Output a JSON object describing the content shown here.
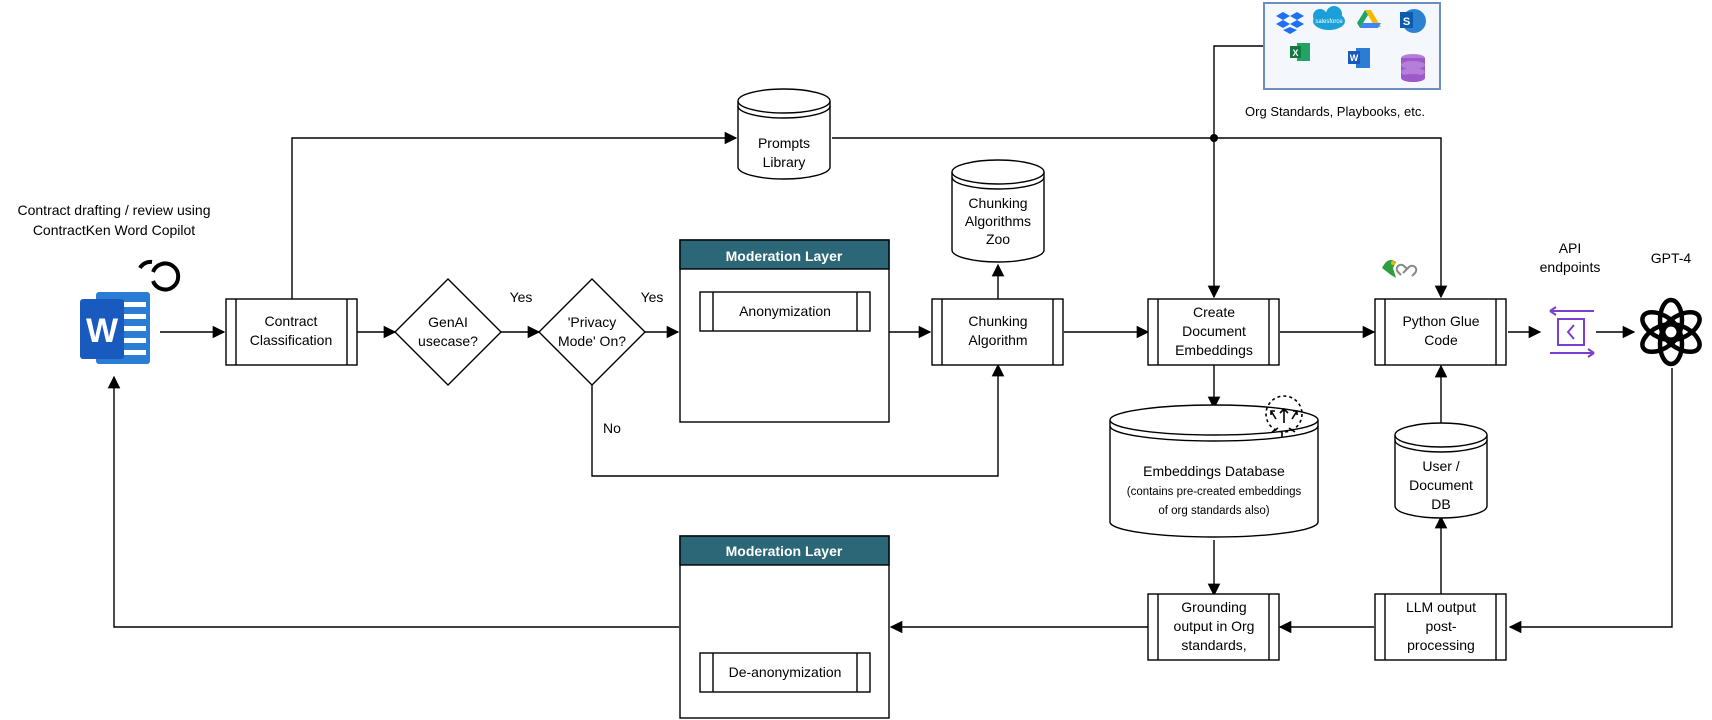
{
  "colors": {
    "line": "#000000",
    "moderation_header": "#2b6777",
    "moderation_header_text": "#ffffff",
    "sources_border": "#6c8ebf",
    "sources_fill": "#f4f8fc",
    "api_icon": "#7b3fd0",
    "word_blue": "#1f5fbf"
  },
  "source_caption": "Org Standards, Playbooks, etc.",
  "copilot_caption": {
    "line1": "Contract drafting / review using",
    "line2": "ContractKen Word Copilot"
  },
  "icons": {
    "word": "word-icon",
    "contractken": "contractken-logo",
    "sources": [
      "dropbox-icon",
      "salesforce-icon",
      "google-drive-icon",
      "sharepoint-icon",
      "excel-icon",
      "word-icon",
      "database-icon"
    ],
    "langchain": "parrot-link-icon",
    "api": "api-gateway-icon",
    "gpt": "openai-logo",
    "embedding": "vector-cluster-icon"
  },
  "salesforce_label": "salesforce",
  "nodes": {
    "prompts_library": {
      "line1": "Prompts",
      "line2": "Library"
    },
    "chunking_zoo": {
      "line1": "Chunking",
      "line2": "Algorithms",
      "line3": "Zoo"
    },
    "contract_classification": {
      "line1": "Contract",
      "line2": "Classification"
    },
    "genai_usecase": {
      "line1": "GenAI",
      "line2": "usecase?"
    },
    "privacy_mode": {
      "line1": "'Privacy",
      "line2": "Mode' On?"
    },
    "moderation_top": {
      "title": "Moderation Layer",
      "inner": "Anonymization"
    },
    "chunking_algorithm": {
      "line1": "Chunking",
      "line2": "Algorithm"
    },
    "create_embeddings": {
      "line1": "Create",
      "line2": "Document",
      "line3": "Embeddings"
    },
    "python_glue": {
      "line1": "Python Glue",
      "line2": "Code"
    },
    "api_endpoints": {
      "line1": "API",
      "line2": "endpoints"
    },
    "gpt4": {
      "label": "GPT-4"
    },
    "embeddings_db": {
      "title": "Embeddings Database",
      "line2": "(contains pre-created embeddings",
      "line3": "of org standards also)"
    },
    "user_db": {
      "line1": "User /",
      "line2": "Document",
      "line3": "DB"
    },
    "moderation_bottom": {
      "title": "Moderation Layer",
      "inner": "De-anonymization"
    },
    "grounding": {
      "line1": "Grounding",
      "line2": "output in Org",
      "line3": "standards,"
    },
    "llm_post": {
      "line1": "LLM output",
      "line2": "post-",
      "line3": "processing"
    }
  },
  "edge_labels": {
    "yes1": "Yes",
    "yes2": "Yes",
    "no": "No"
  }
}
